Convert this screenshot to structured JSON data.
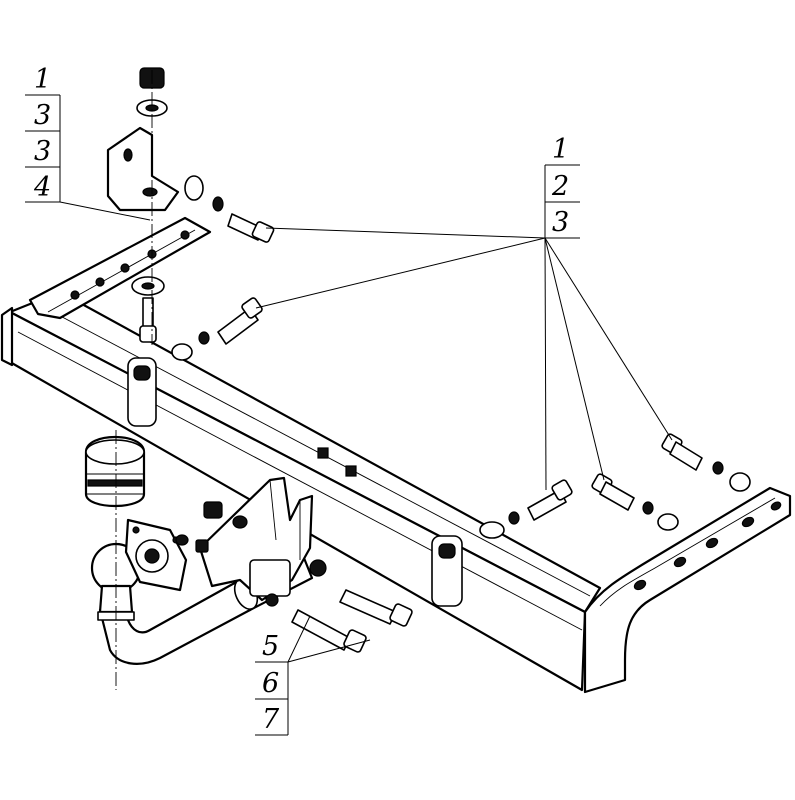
{
  "callouts": {
    "top_left": [
      "1",
      "3",
      "3",
      "4"
    ],
    "top_right": [
      "1",
      "2",
      "3"
    ],
    "bottom": [
      "5",
      "6",
      "7"
    ]
  },
  "colors": {
    "line": "#000000",
    "background": "#ffffff"
  }
}
